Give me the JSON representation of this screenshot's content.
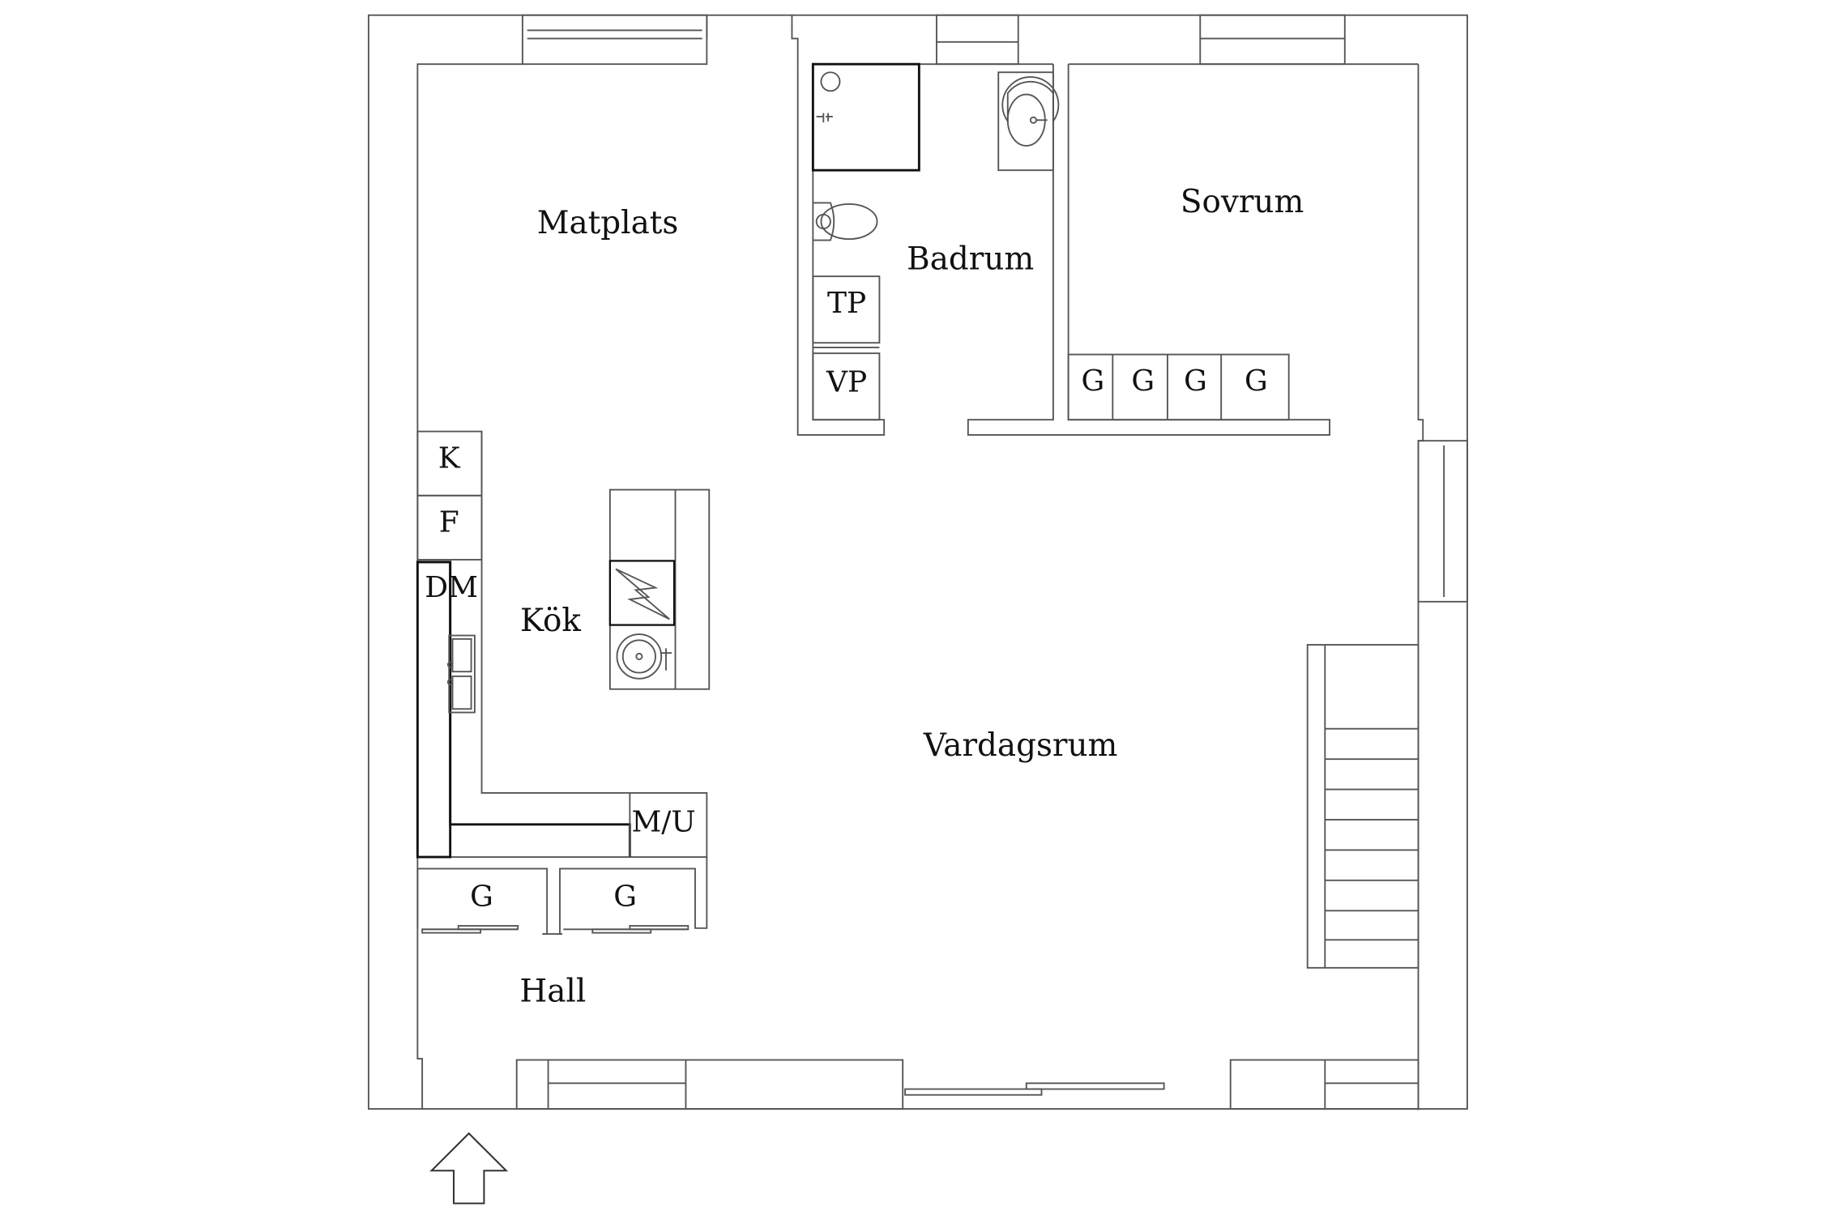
{
  "floor_plan": {
    "colors": {
      "line": "#555555",
      "dark_line": "#111111",
      "background": "#ffffff"
    },
    "rooms": {
      "matplats": "Matplats",
      "badrum": "Badrum",
      "sovrum": "Sovrum",
      "kok": "Kök",
      "vardagsrum": "Vardagsrum",
      "hall": "Hall"
    },
    "fixtures": {
      "tp": "TP",
      "vp": "VP",
      "k": "K",
      "f": "F",
      "dm": "DM",
      "mu": "M/U",
      "g": "G"
    },
    "icons": {
      "entrance": "arrow-up-icon",
      "shower": "shower-icon",
      "toilet": "toilet-icon",
      "sink": "sink-icon",
      "stove": "stove-icon",
      "kitchen_sink": "kitchen-sink-icon",
      "staircase": "staircase-icon"
    }
  }
}
